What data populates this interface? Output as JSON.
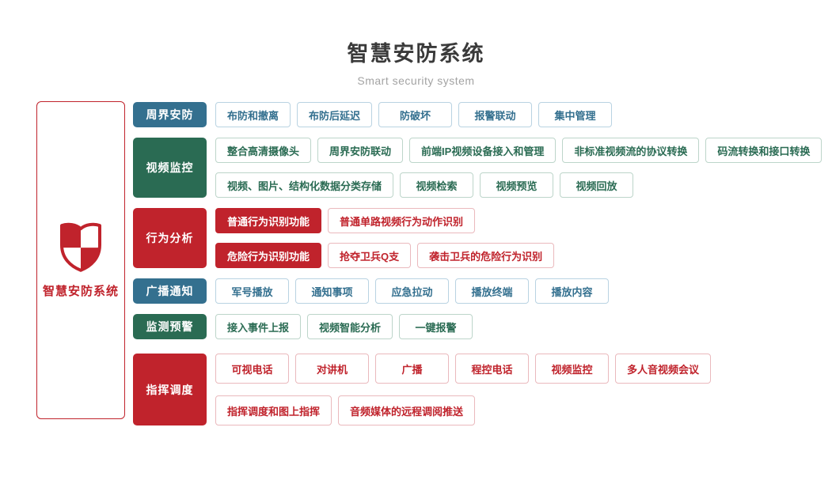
{
  "header": {
    "title": "智慧安防系统",
    "subtitle": "Smart security system"
  },
  "root": {
    "label": "智慧安防系统",
    "icon": "shield-checker-icon"
  },
  "colors": {
    "blue": "#34708f",
    "green": "#2a6b53",
    "red": "#c0232c",
    "blue_border": "#b9d3e2",
    "green_border": "#bdd5ca",
    "red_border": "#eab9bd",
    "title": "#3a3a3a",
    "subtitle": "#a3a3a3"
  },
  "categories": [
    {
      "id": "perimeter-security",
      "label": "周界安防",
      "color": "blue",
      "lines": [
        [
          {
            "text": "布防和撤离"
          },
          {
            "text": "布防后延迟"
          },
          {
            "text": "防破坏"
          },
          {
            "text": "报警联动"
          },
          {
            "text": "集中管理"
          }
        ]
      ]
    },
    {
      "id": "video-surveillance",
      "label": "视频监控",
      "color": "green",
      "lines": [
        [
          {
            "text": "整合高清摄像头"
          },
          {
            "text": "周界安防联动"
          },
          {
            "text": "前端IP视频设备接入和管理"
          },
          {
            "text": "非标准视频流的协议转换"
          },
          {
            "text": "码流转换和接口转换"
          }
        ],
        [
          {
            "text": "视频、图片、结构化数据分类存储"
          },
          {
            "text": "视频检索"
          },
          {
            "text": "视频预览"
          },
          {
            "text": "视频回放"
          }
        ]
      ]
    },
    {
      "id": "behavior-analysis",
      "label": "行为分析",
      "color": "red",
      "lines": [
        [
          {
            "text": "普通行为识别功能",
            "solid": true
          },
          {
            "text": "普通单路视频行为动作识别"
          }
        ],
        [
          {
            "text": "危险行为识别功能",
            "solid": true
          },
          {
            "text": "抢夺卫兵Q支"
          },
          {
            "text": "袭击卫兵的危险行为识别"
          }
        ]
      ]
    },
    {
      "id": "broadcast-notice",
      "label": "广播通知",
      "color": "blue",
      "lines": [
        [
          {
            "text": "军号播放"
          },
          {
            "text": "通知事项"
          },
          {
            "text": "应急拉动"
          },
          {
            "text": "播放终端"
          },
          {
            "text": "播放内容"
          }
        ]
      ]
    },
    {
      "id": "monitoring-warning",
      "label": "监测预警",
      "color": "green",
      "lines": [
        [
          {
            "text": "接入事件上报"
          },
          {
            "text": "视频智能分析"
          },
          {
            "text": "一键报警"
          }
        ]
      ]
    },
    {
      "id": "command-dispatch",
      "label": "指挥调度",
      "color": "red",
      "lines": [
        [
          {
            "text": "可视电话"
          },
          {
            "text": "对讲机"
          },
          {
            "text": "广播"
          },
          {
            "text": "程控电话"
          },
          {
            "text": "视频监控"
          },
          {
            "text": "多人音视频会议"
          }
        ],
        [
          {
            "text": "指挥调度和图上指挥"
          },
          {
            "text": "音频媒体的远程调阅推送"
          }
        ]
      ]
    }
  ]
}
